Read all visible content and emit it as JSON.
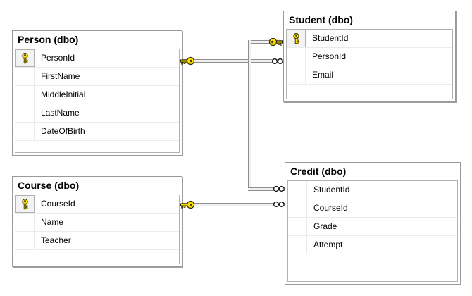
{
  "diagram": {
    "tables": [
      {
        "title": "Person (dbo)",
        "columns": [
          {
            "name": "PersonId",
            "is_primary_key": true
          },
          {
            "name": "FirstName",
            "is_primary_key": false
          },
          {
            "name": "MiddleInitial",
            "is_primary_key": false
          },
          {
            "name": "LastName",
            "is_primary_key": false
          },
          {
            "name": "DateOfBirth",
            "is_primary_key": false
          }
        ]
      },
      {
        "title": "Student (dbo)",
        "columns": [
          {
            "name": "StudentId",
            "is_primary_key": true
          },
          {
            "name": "PersonId",
            "is_primary_key": false
          },
          {
            "name": "Email",
            "is_primary_key": false
          }
        ]
      },
      {
        "title": "Course (dbo)",
        "columns": [
          {
            "name": "CourseId",
            "is_primary_key": true
          },
          {
            "name": "Name",
            "is_primary_key": false
          },
          {
            "name": "Teacher",
            "is_primary_key": false
          }
        ]
      },
      {
        "title": "Credit (dbo)",
        "columns": [
          {
            "name": "StudentId",
            "is_primary_key": false
          },
          {
            "name": "CourseId",
            "is_primary_key": false
          },
          {
            "name": "Grade",
            "is_primary_key": false
          },
          {
            "name": "Attempt",
            "is_primary_key": false
          }
        ]
      }
    ],
    "relationships": [
      {
        "from_table": "Person",
        "from_column": "PersonId",
        "from_end_symbol": "key",
        "to_table": "Student",
        "to_column": "PersonId",
        "to_end_symbol": "infinity"
      },
      {
        "from_table": "Student",
        "from_column": "StudentId",
        "from_end_symbol": "key",
        "to_table": "Credit",
        "to_column": "StudentId",
        "to_end_symbol": "infinity"
      },
      {
        "from_table": "Course",
        "from_column": "CourseId",
        "from_end_symbol": "key",
        "to_table": "Credit",
        "to_column": "CourseId",
        "to_end_symbol": "infinity"
      }
    ],
    "icons": {
      "primary_key_row": "primary-key-icon",
      "one_side": "key-icon",
      "many_side": "infinity-icon"
    },
    "colors": {
      "background": "#ffffff",
      "table_border": "#9a9a9a",
      "grid_border": "#b2b2b2",
      "row_separator": "#ebebeb",
      "connector_edge": "#8d8d8d",
      "connector_fill": "#f0f0f0",
      "key_yellow": "#ffe100",
      "text": "#000000"
    }
  }
}
